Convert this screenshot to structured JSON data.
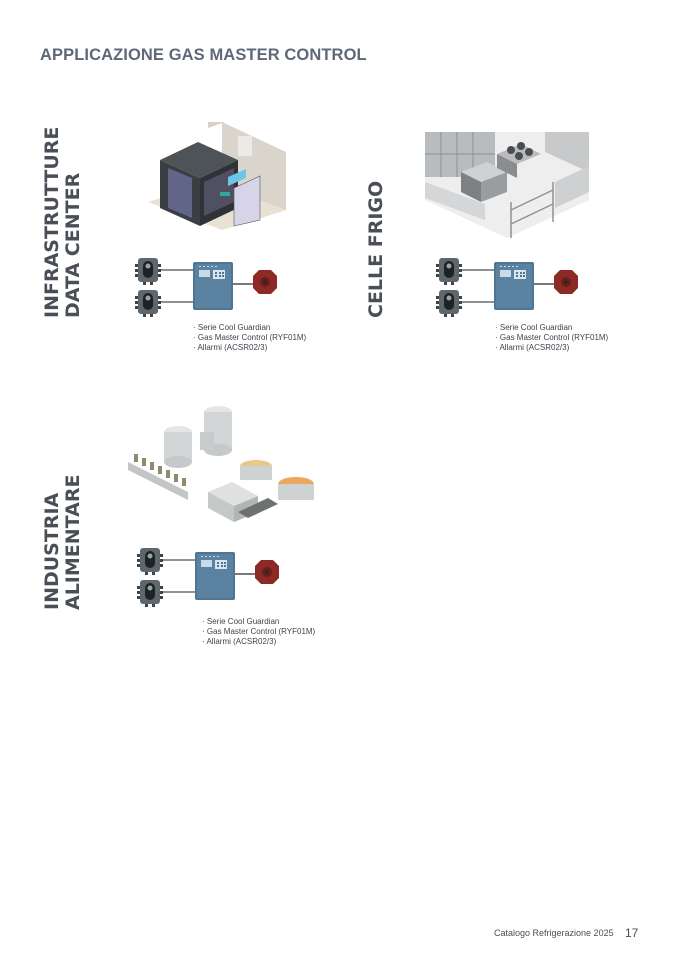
{
  "page": {
    "title": "APPLICAZIONE GAS MASTER CONTROL",
    "footer": "Catalogo Refrigerazione 2025",
    "page_number": "17"
  },
  "sections": [
    {
      "label_line1": "INFRASTRUTTURE",
      "label_line2": "DATA CENTER",
      "illustration": "data-center-illustration",
      "items": [
        "Serie Cool Guardian",
        "Gas Master Control (RYF01M)",
        "Allarmi (ACSR02/3)"
      ]
    },
    {
      "label_line1": "CELLE FRIGO",
      "label_line2": "",
      "illustration": "cold-room-illustration",
      "items": [
        "Serie Cool Guardian",
        "Gas Master Control (RYF01M)",
        "Allarmi (ACSR02/3)"
      ]
    },
    {
      "label_line1": "INDUSTRIA",
      "label_line2": "ALIMENTARE",
      "illustration": "food-industry-illustration",
      "items": [
        "Serie Cool Guardian",
        "Gas Master Control (RYF01M)",
        "Allarmi (ACSR02/3)"
      ]
    }
  ],
  "colors": {
    "title": "#5d6878",
    "controller": "#4f7590",
    "alarm": "#8e2a26",
    "sensor": "#5b6368"
  }
}
